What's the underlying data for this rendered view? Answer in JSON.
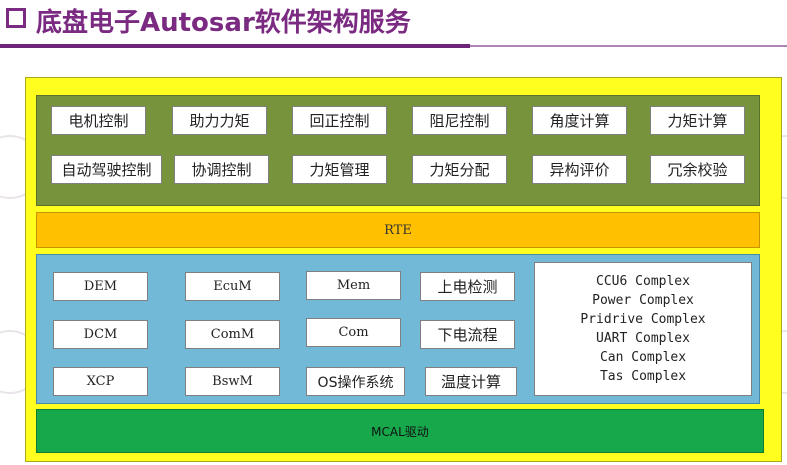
{
  "title": "底盘电子Autosar软件架构服务",
  "application_layer": {
    "modules": [
      "电机控制",
      "助力力矩",
      "回正控制",
      "阻尼控制",
      "角度计算",
      "力矩计算",
      "自动驾驶控制",
      "协调控制",
      "力矩管理",
      "力矩分配",
      "异构评价",
      "冗余校验"
    ]
  },
  "rte_layer": {
    "label": "RTE"
  },
  "bsw_layer": {
    "modules": [
      "DEM",
      "EcuM",
      "Mem",
      "上电检测",
      "DCM",
      "ComM",
      "Com",
      "下电流程",
      "XCP",
      "BswM",
      "OS操作系统",
      "温度计算"
    ],
    "complex_drivers": [
      "CCU6 Complex",
      "Power Complex",
      "Pridrive Complex",
      "UART Complex",
      "Can Complex",
      "Tas Complex"
    ]
  },
  "mcal_layer": {
    "label": "MCAL驱动"
  },
  "colors": {
    "title": "#7b2a82",
    "outer_frame": "#fffe1f",
    "application": "#77933c",
    "rte": "#ffc000",
    "bsw": "#71b9d6",
    "mcal": "#17a84b"
  }
}
